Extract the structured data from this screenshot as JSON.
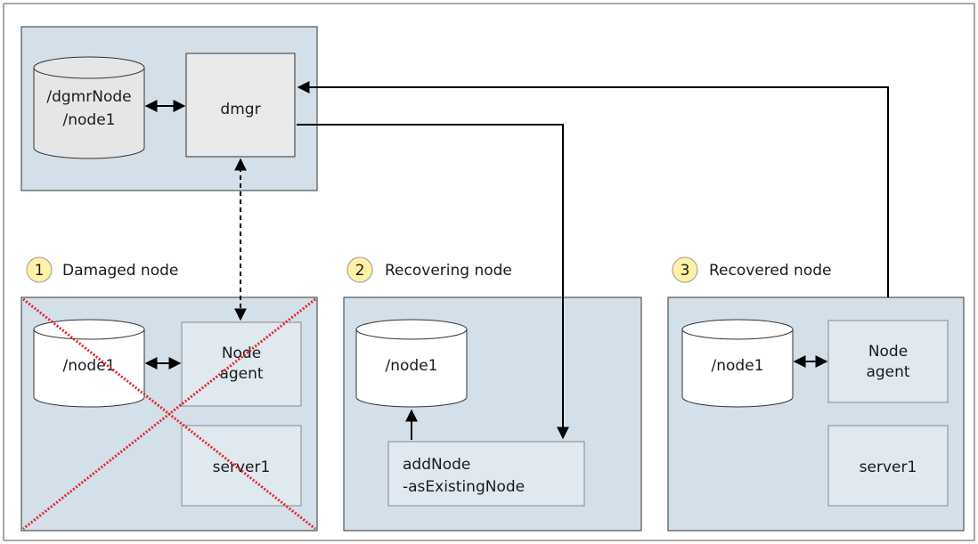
{
  "colors": {
    "panel": "#d3e0ea",
    "box": "#dfe9ef",
    "dmgr_box": "#eaeaea",
    "badge": "#fff2a8",
    "cross": "#e0262c"
  },
  "top_panel": {
    "repo_line1": "/dgmrNode",
    "repo_line2": "/node1",
    "dmgr_label": "dmgr"
  },
  "panels": [
    {
      "badge": "1",
      "title": "Damaged node",
      "repo": "/node1",
      "agent_line1": "Node",
      "agent_line2": "agent",
      "server": "server1"
    },
    {
      "badge": "2",
      "title": "Recovering node",
      "repo": "/node1",
      "cmd_line1": "addNode",
      "cmd_line2": "-asExistingNode"
    },
    {
      "badge": "3",
      "title": "Recovered node",
      "repo": "/node1",
      "agent_line1": "Node",
      "agent_line2": "agent",
      "server": "server1"
    }
  ]
}
